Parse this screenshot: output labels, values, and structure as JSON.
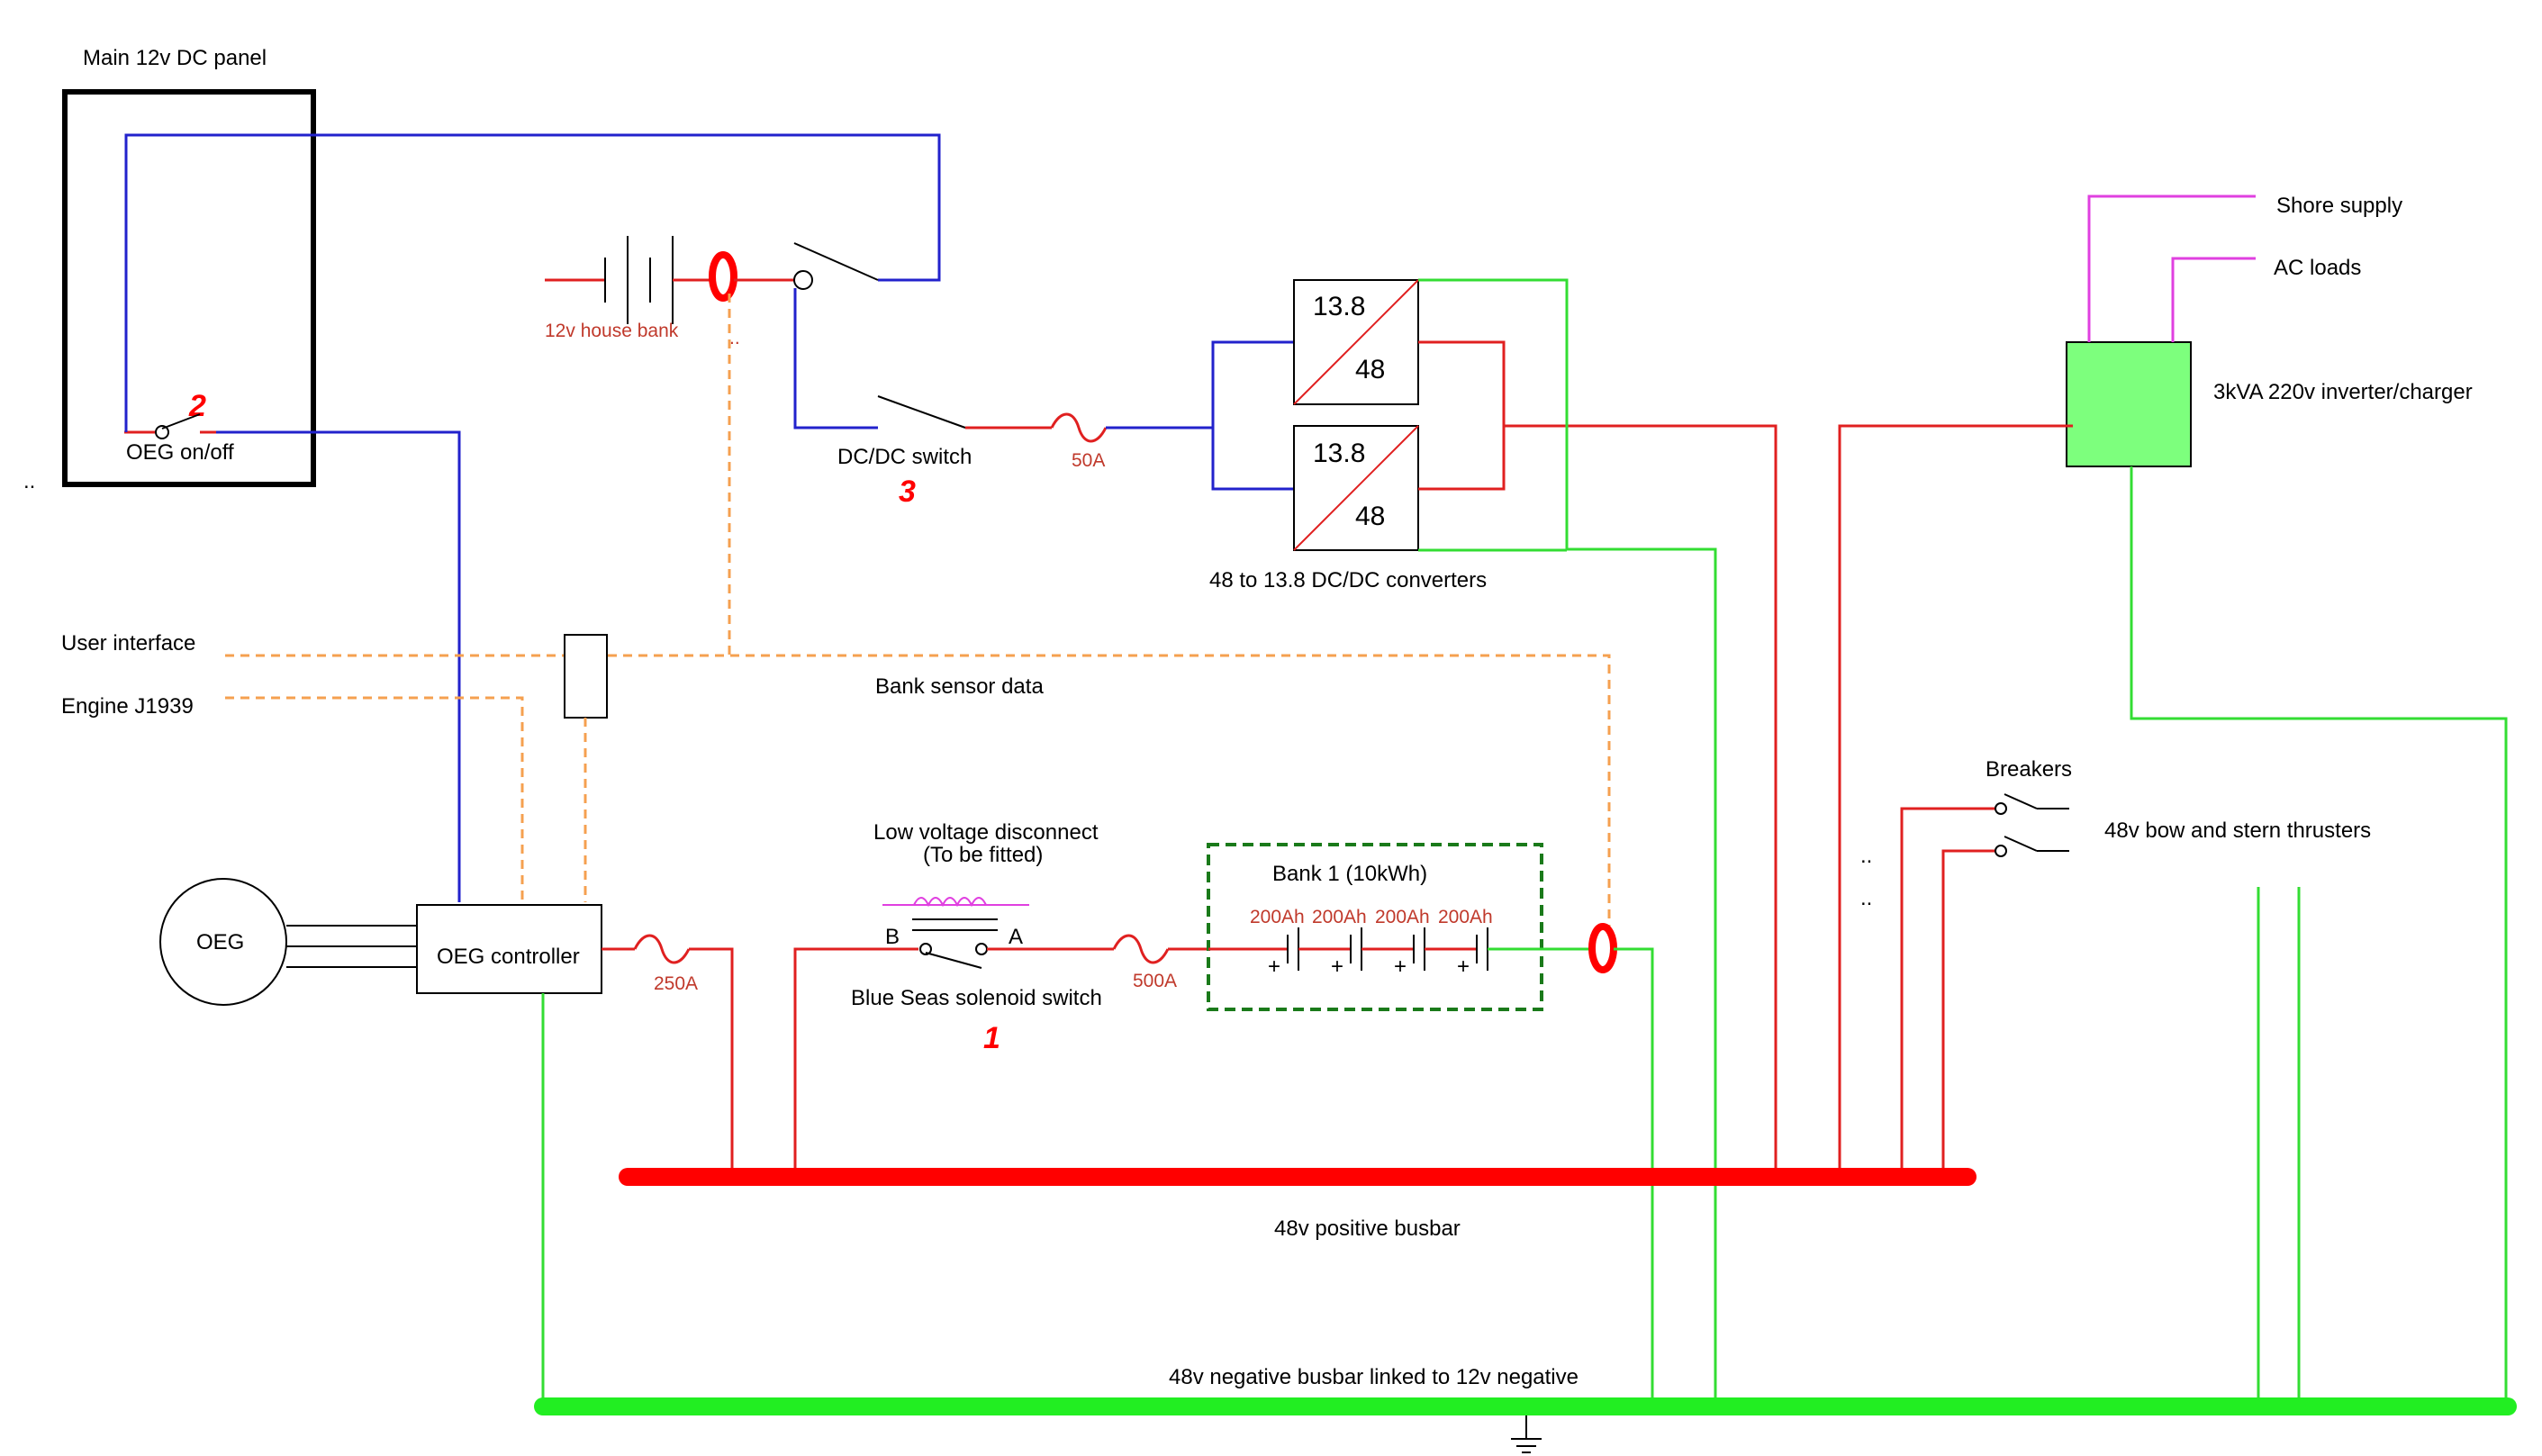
{
  "labels": {
    "main_panel": "Main 12v DC panel",
    "oeg_onoff": "OEG on/off",
    "house_bank": "12v house bank",
    "dcdc_switch": "DC/DC switch",
    "fuse_50": "50A",
    "conv_top": "13.8",
    "conv_bottom": "48",
    "converters": "48  to 13.8 DC/DC converters",
    "shore_supply": "Shore supply",
    "ac_loads": "AC loads",
    "inverter": "3kVA 220v inverter/charger",
    "user_interface": "User interface",
    "engine_j1939": "Engine J1939",
    "bank_sensor": "Bank sensor data",
    "breakers": "Breakers",
    "thrusters": "48v bow and stern  thrusters",
    "lvd_line1": "Low voltage disconnect",
    "lvd_line2": "(To be fitted)",
    "bank1": "Bank 1 (10kWh)",
    "cell": "200Ah",
    "oeg": "OEG",
    "oeg_controller": "OEG controller",
    "fuse_250": "250A",
    "fuse_500": "500A",
    "solenoid": "Blue Seas solenoid switch",
    "term_b": "B",
    "term_a": "A",
    "pos_busbar": "48v positive  busbar",
    "neg_busbar": "48v negative busbar linked to 12v negative",
    "plus": "+",
    "dots": ".."
  },
  "callouts": {
    "n1": "1",
    "n2": "2",
    "n3": "3"
  },
  "colors": {
    "blue": "#2222cc",
    "red": "#e02020",
    "green": "#33dd33",
    "magenta": "#e040e0",
    "orange_dashed": "#f5a050",
    "inverter_fill": "#7dff7d"
  }
}
